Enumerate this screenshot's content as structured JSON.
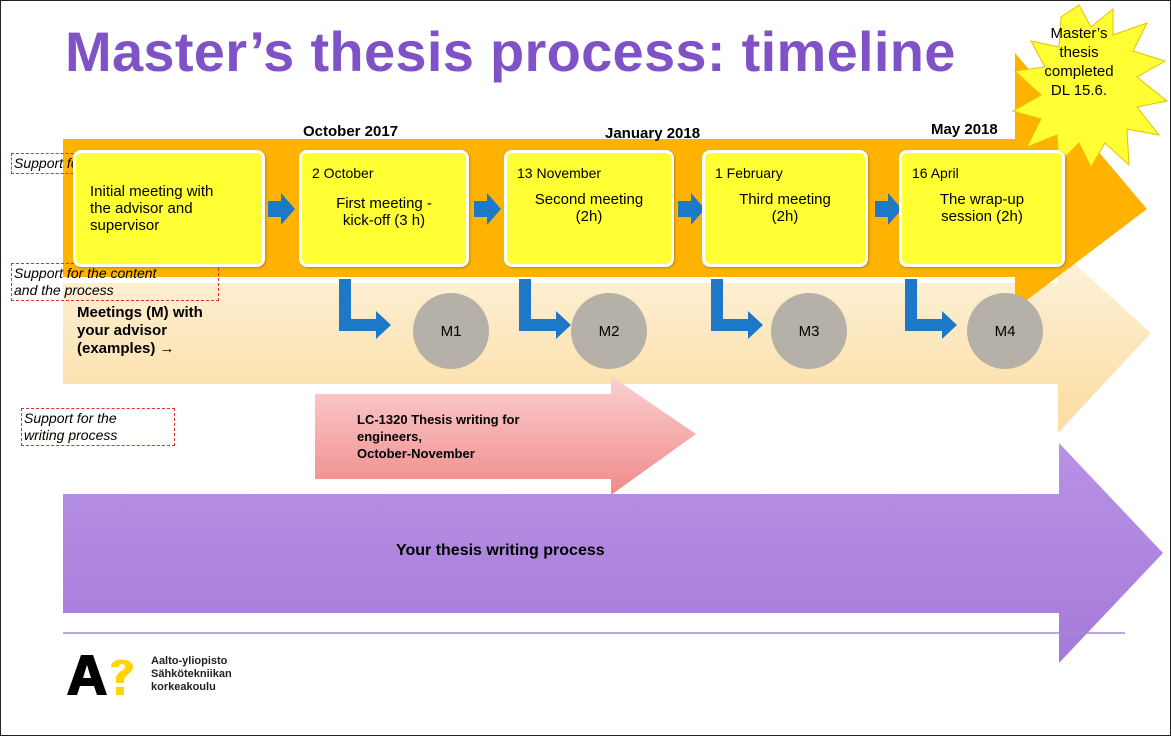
{
  "title": "Master’s thesis process: timeline",
  "completed_burst": {
    "line1": "Master’s",
    "line2": "thesis",
    "line3": "completed",
    "line4": "DL 15.6."
  },
  "months": [
    "October 2017",
    "January 2018",
    "May 2018"
  ],
  "support_labels": {
    "process": "Support for the process",
    "content_line1": "Support for the content",
    "content_line2": "and the process",
    "writing_line1": "Support for the",
    "writing_line2": "writing process"
  },
  "steps": [
    {
      "date": "",
      "desc_line1": "Initial meeting with",
      "desc_line2": "the advisor and",
      "desc_line3": "supervisor"
    },
    {
      "date": "2 October",
      "desc_line1": "First meeting -",
      "desc_line2": "kick-off (3 h)",
      "desc_line3": ""
    },
    {
      "date": "13 November",
      "desc_line1": "Second meeting",
      "desc_line2": "(2h)",
      "desc_line3": ""
    },
    {
      "date": "1 February",
      "desc_line1": "Third meeting",
      "desc_line2": "(2h)",
      "desc_line3": ""
    },
    {
      "date": "16 April",
      "desc_line1": "The wrap-up",
      "desc_line2": "session (2h)",
      "desc_line3": ""
    }
  ],
  "meetings_label": {
    "line1": "Meetings (M) with",
    "line2": "your advisor",
    "line3": "(examples) →"
  },
  "meetings": [
    "M1",
    "M2",
    "M3",
    "M4"
  ],
  "course": {
    "line1": "LC-1320 Thesis writing for",
    "line2": "engineers,",
    "line3": "October-November"
  },
  "writing_process": "Your thesis writing process",
  "logo": {
    "mark": "A?",
    "line1": "Aalto-yliopisto",
    "line2": "Sähkötekniikan",
    "line3": "korkeakoulu"
  },
  "colors": {
    "title": "#7f52c7",
    "orange_arrow": "#ffb300",
    "peach_arrow": "#fde6b8",
    "pink_arrow": "#f7a0a0",
    "purple_arrow": "#b38ae0",
    "box": "#ffff33",
    "blue_arrow": "#1e78c8",
    "meeting_circle": "#b5b0a8",
    "burst": "#ffff33"
  }
}
